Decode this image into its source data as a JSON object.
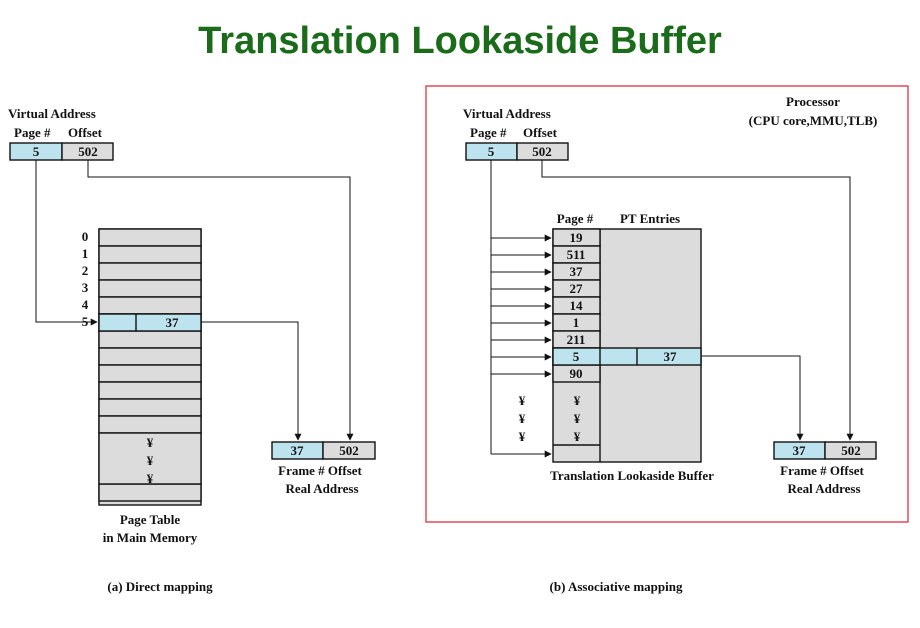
{
  "title": "Translation Lookaside Buffer",
  "colors": {
    "title": "#1a6b1a",
    "highlight": "#bde3ef",
    "cell": "#dcdcdc",
    "frame": "#d9232e"
  },
  "left": {
    "virtual_address_label": "Virtual Address",
    "page_header": "Page #",
    "offset_header": "Offset",
    "page_value": "5",
    "offset_value": "502",
    "row_indices": [
      "0",
      "1",
      "2",
      "3",
      "4",
      "5"
    ],
    "frame_value": "37",
    "ellipsis": [
      "¥",
      "¥",
      "¥"
    ],
    "real_frame": "37",
    "real_offset": "502",
    "real_header": "Frame # Offset",
    "real_label": "Real Address",
    "table_label_1": "Page Table",
    "table_label_2": "in Main Memory",
    "caption": "(a) Direct mapping"
  },
  "right": {
    "processor_label_1": "Processor",
    "processor_label_2": "(CPU core,MMU,TLB)",
    "virtual_address_label": "Virtual Address",
    "page_header": "Page #",
    "offset_header": "Offset",
    "page_value": "5",
    "offset_value": "502",
    "tlb_page_header": "Page #",
    "tlb_entries_header": "PT Entries",
    "tlb_pages": [
      "19",
      "511",
      "37",
      "27",
      "14",
      "1",
      "211",
      "5",
      "90"
    ],
    "hit_frame": "37",
    "ellipsis": [
      "¥",
      "¥",
      "¥"
    ],
    "ellipsis_left": [
      "¥",
      "¥",
      "¥"
    ],
    "tlb_label": "Translation Lookaside Buffer",
    "real_frame": "37",
    "real_offset": "502",
    "real_header": "Frame # Offset",
    "real_label": "Real Address",
    "caption": "(b) Associative mapping"
  }
}
